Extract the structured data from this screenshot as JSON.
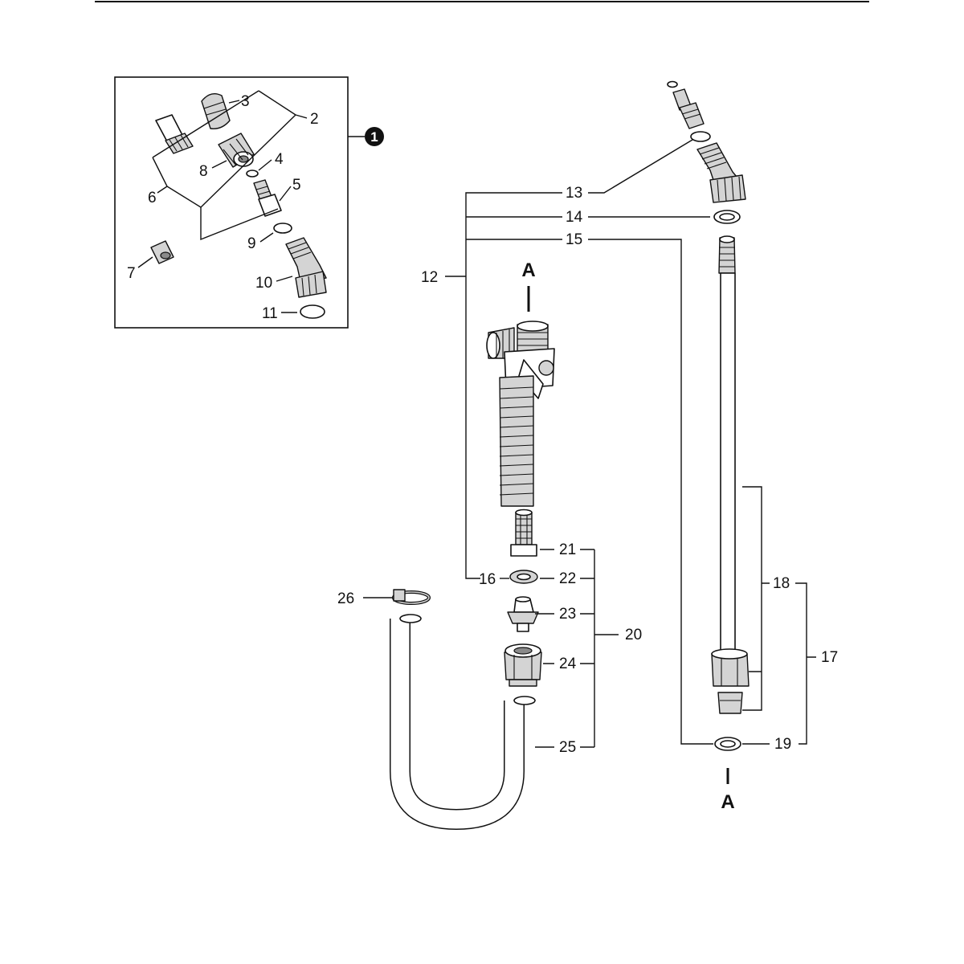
{
  "callout_badge": "1",
  "section_markers": {
    "top": "A",
    "bottom": "A"
  },
  "labels": {
    "p2": "2",
    "p3": "3",
    "p4": "4",
    "p5": "5",
    "p6": "6",
    "p7": "7",
    "p8": "8",
    "p9": "9",
    "p10": "10",
    "p11": "11",
    "p12": "12",
    "p13": "13",
    "p14": "14",
    "p15": "15",
    "p16": "16",
    "p17": "17",
    "p18": "18",
    "p19": "19",
    "p20": "20",
    "p21": "21",
    "p22": "22",
    "p23": "23",
    "p24": "24",
    "p25": "25",
    "p26": "26"
  }
}
